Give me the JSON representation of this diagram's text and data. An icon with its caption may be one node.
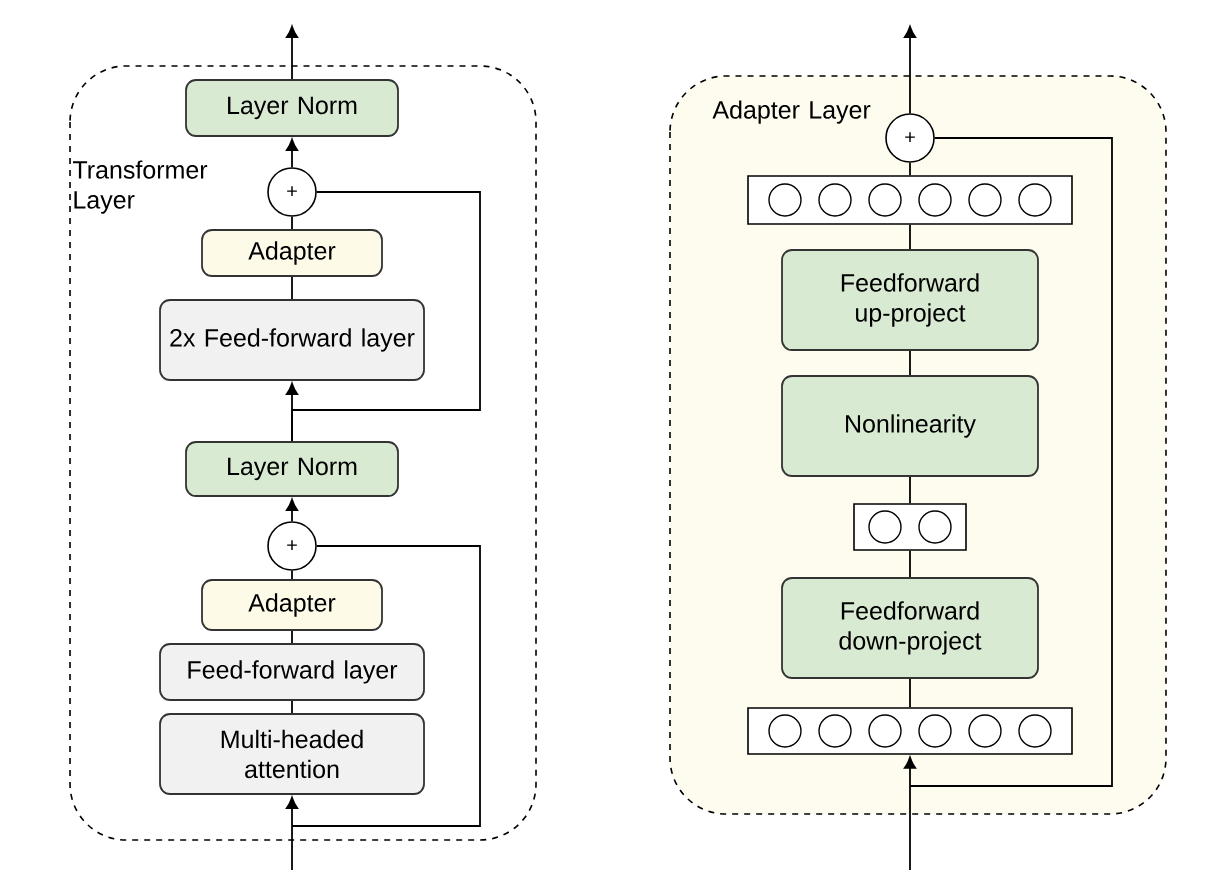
{
  "diagram": {
    "nodes": [
      {
        "text": [
          "Transformer Layer"
        ]
      },
      {
        "text": [
          "Layer Norm"
        ],
        "in": 0
      },
      {
        "text": [
          "+"
        ],
        "in": 0
      },
      {
        "text": [
          "Adapter"
        ],
        "in": 0
      },
      {
        "text": [
          "2x Feed-forward layer"
        ],
        "in": 0
      },
      {
        "text": [
          "Layer Norm"
        ],
        "in": 0
      },
      {
        "text": [
          "+"
        ],
        "in": 0
      },
      {
        "text": [
          "Adapter"
        ],
        "in": 0
      },
      {
        "text": [
          "Feed-forward layer"
        ],
        "in": 0
      },
      {
        "text": [
          "Multi-headed attention"
        ],
        "in": 0
      },
      {
        "text": [
          "Adapter Layer"
        ]
      },
      {
        "text": [
          "+"
        ],
        "in": 10
      },
      {
        "text": [],
        "shape": "box",
        "in": 10
      },
      {
        "text": [
          "Feedforward up-project"
        ],
        "in": 10
      },
      {
        "text": [
          "Nonlinearity"
        ],
        "in": 10
      },
      {
        "text": [],
        "shape": "box",
        "in": 10
      },
      {
        "text": [
          "Feedforward down-project"
        ],
        "in": 10
      },
      {
        "text": [],
        "shape": "box",
        "in": 10
      }
    ],
    "edges": [
      {
        "from": 1,
        "to": null,
        "arrow": "to"
      },
      {
        "from": 2,
        "to": 1,
        "arrow": "to"
      },
      {
        "from": 3,
        "to": 2,
        "arrow": "none"
      },
      {
        "from": 4,
        "to": 3,
        "arrow": "none"
      },
      {
        "from": 5,
        "to": 4,
        "arrow": "to"
      },
      {
        "from": 5,
        "to": 2,
        "arrow": "none"
      },
      {
        "from": 6,
        "to": 5,
        "arrow": "to"
      },
      {
        "from": 7,
        "to": 6,
        "arrow": "none"
      },
      {
        "from": 8,
        "to": 7,
        "arrow": "none"
      },
      {
        "from": 9,
        "to": 8,
        "arrow": "none"
      },
      {
        "from": null,
        "to": 9,
        "arrow": "to"
      },
      {
        "from": null,
        "to": 6,
        "arrow": "none"
      },
      {
        "from": 11,
        "to": null,
        "arrow": "to"
      },
      {
        "from": 12,
        "to": 11,
        "arrow": "none"
      },
      {
        "from": 13,
        "to": 12,
        "arrow": "none"
      },
      {
        "from": 14,
        "to": 13,
        "arrow": "none"
      },
      {
        "from": 15,
        "to": 14,
        "arrow": "none"
      },
      {
        "from": 16,
        "to": 15,
        "arrow": "none"
      },
      {
        "from": 17,
        "to": 16,
        "arrow": "none"
      },
      {
        "from": null,
        "to": 17,
        "arrow": "to"
      },
      {
        "from": null,
        "to": 11,
        "arrow": "none"
      }
    ]
  }
}
